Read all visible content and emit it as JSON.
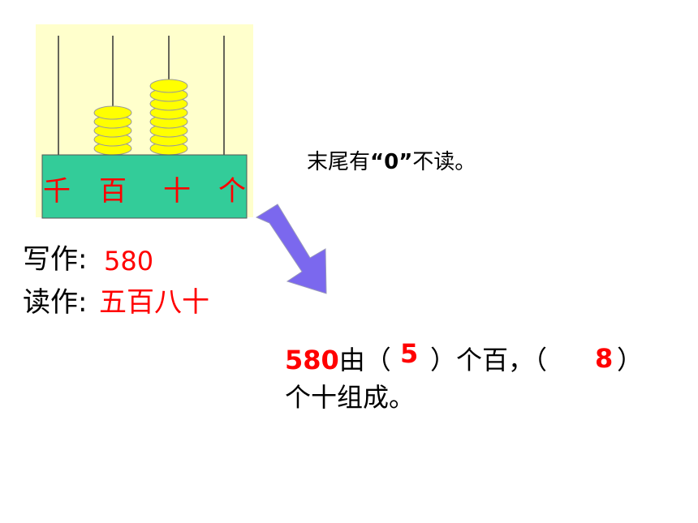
{
  "colors": {
    "abacus_bg": "#ffffcc",
    "abacus_base": "#33cc99",
    "bead": "#ffff00",
    "bead_outline": "#999999",
    "answer": "#ff0000",
    "arrow": "#7b68ee"
  },
  "abacus": {
    "place_labels": [
      "千",
      "百",
      "十",
      "个"
    ],
    "beads": [
      0,
      5,
      8,
      0
    ]
  },
  "note": {
    "prefix": "末尾有",
    "quote_open": "“",
    "zero": "0",
    "quote_close": "”",
    "suffix": "不读。"
  },
  "written": {
    "label": "写作:",
    "value": "580"
  },
  "read": {
    "label": "读作:",
    "value": "五百八十"
  },
  "composition": {
    "number": "580",
    "part1": "由（",
    "hundreds": "5",
    "part2": "）个百，（",
    "tens": "8",
    "part3": "）",
    "line2": "个十组成。"
  }
}
